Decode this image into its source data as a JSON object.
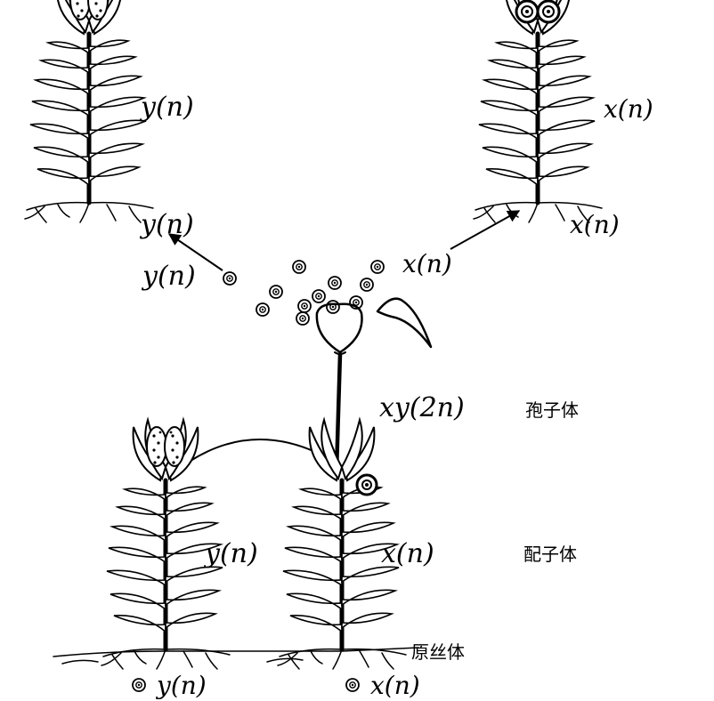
{
  "colors": {
    "ink": "#000000",
    "paper": "#ffffff"
  },
  "labels": {
    "plant_top_left": "y(n)",
    "plant_top_right": "x(n)",
    "root_top_left": "y(n)",
    "root_top_right": "x(n)",
    "spore_left": "y(n)",
    "spore_right": "x(n)",
    "sporophyte_formula": "xy(2n)",
    "sporophyte_name": "孢子体",
    "plant_bottom_left": "y(n)",
    "plant_bottom_right": "x(n)",
    "gametophyte_name": "配子体",
    "protonema_name": "原丝体",
    "base_left": "y(n)",
    "base_right": "x(n)"
  }
}
